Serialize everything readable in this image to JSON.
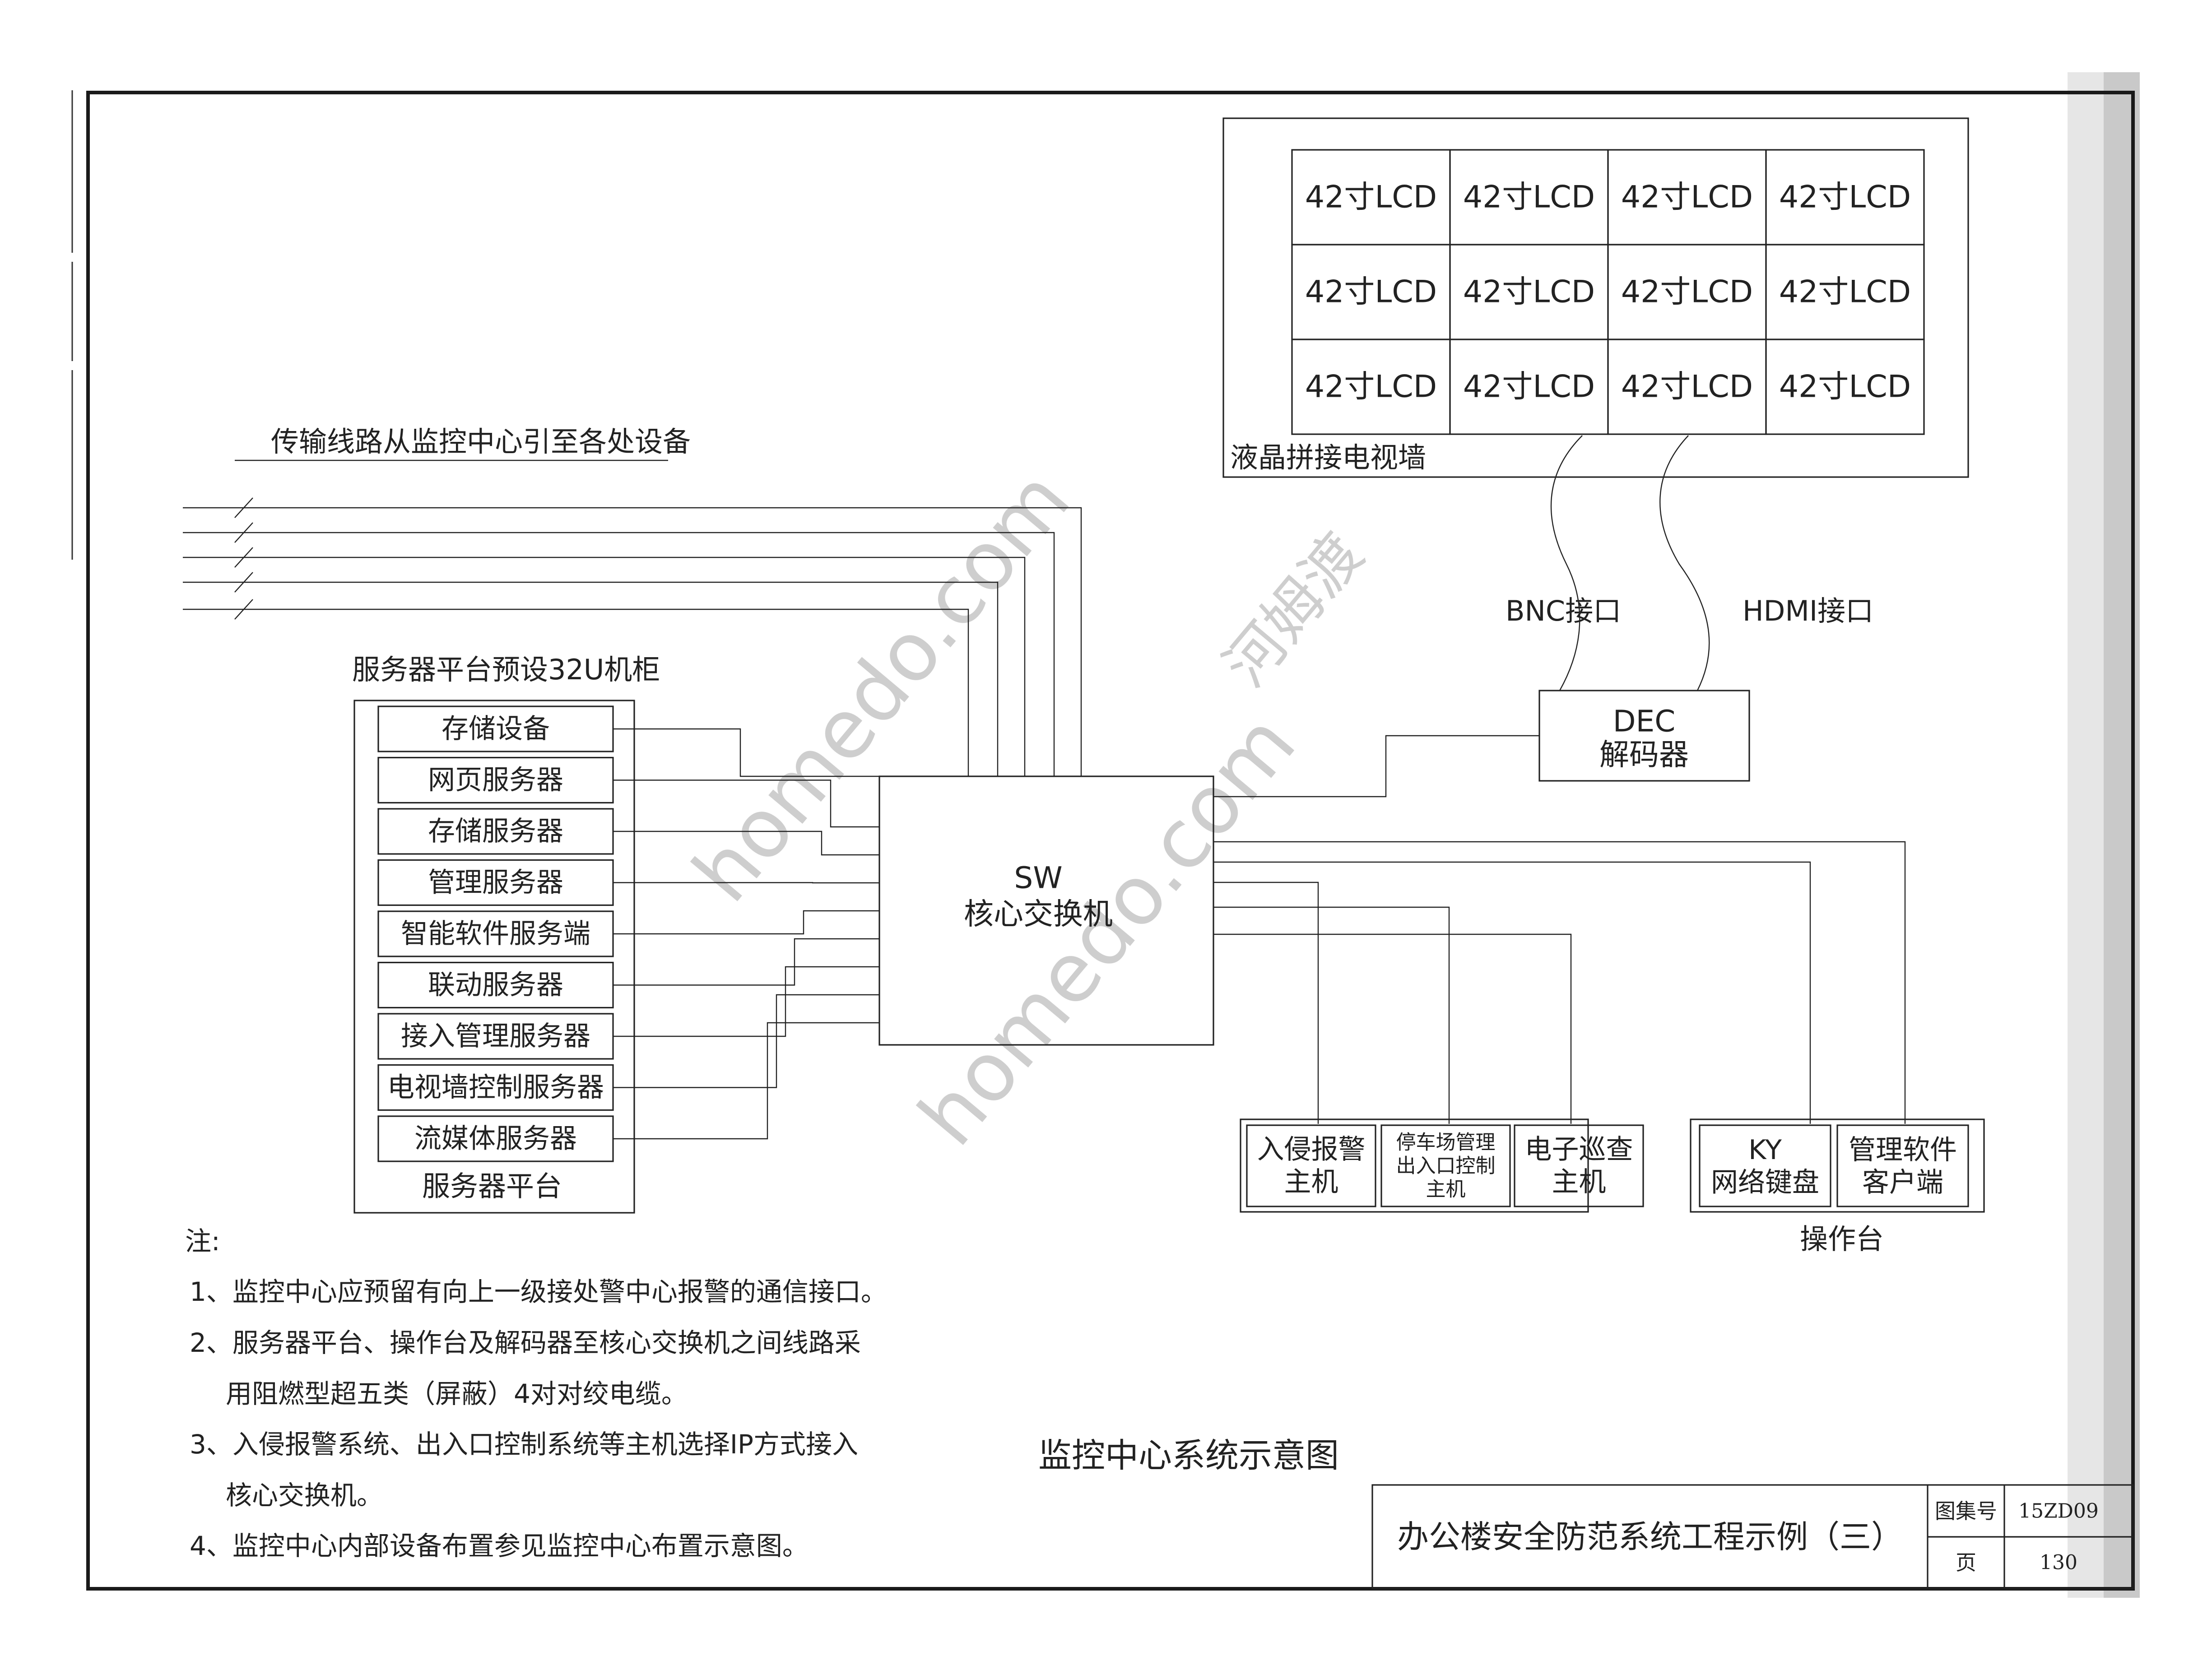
{
  "transmission_label": "传输线路从监控中心引至各处设备",
  "video_wall": {
    "lcd_label": "42寸LCD",
    "rows": 3,
    "cols": 4,
    "caption": "液晶拼接电视墙"
  },
  "bnc_label": "BNC接口",
  "hdmi_label": "HDMI接口",
  "decoder": {
    "line1": "DEC",
    "line2": "解码器"
  },
  "core_switch": {
    "line1": "SW",
    "line2": "核心交换机"
  },
  "server_cabinet": {
    "title": "服务器平台预设32U机柜",
    "items": [
      "存储设备",
      "网页服务器",
      "存储服务器",
      "管理服务器",
      "智能软件服务端",
      "联动服务器",
      "接入管理服务器",
      "电视墙控制服务器",
      "流媒体服务器"
    ],
    "footer": "服务器平台"
  },
  "hosts": [
    {
      "line1": "入侵报警",
      "line2": "主机"
    },
    {
      "line1": "停车场管理",
      "line2": "出入口控制",
      "line3": "主机"
    },
    {
      "line1": "电子巡查",
      "line2": "主机"
    }
  ],
  "console": {
    "items": [
      {
        "line1": "KY",
        "line2": "网络键盘"
      },
      {
        "line1": "管理软件",
        "line2": "客户端"
      }
    ],
    "caption": "操作台"
  },
  "notes": {
    "heading": "注:",
    "lines": [
      "1、监控中心应预留有向上一级接处警中心报警的通信接口。",
      "2、服务器平台、操作台及解码器至核心交换机之间线路采",
      "用阻燃型超五类（屏蔽）4对对绞电缆。",
      "3、入侵报警系统、出入口控制系统等主机选择IP方式接入",
      "核心交换机。",
      "4、监控中心内部设备布置参见监控中心布置示意图。"
    ]
  },
  "diagram_title": "监控中心系统示意图",
  "title_block": {
    "title": "办公楼安全防范系统工程示例（三）",
    "atlas_label": "图集号",
    "atlas_value": "15ZD09",
    "page_label": "页",
    "page_value": "130"
  },
  "watermark": {
    "text1": "homedo.com",
    "text2": "河姆渡"
  }
}
